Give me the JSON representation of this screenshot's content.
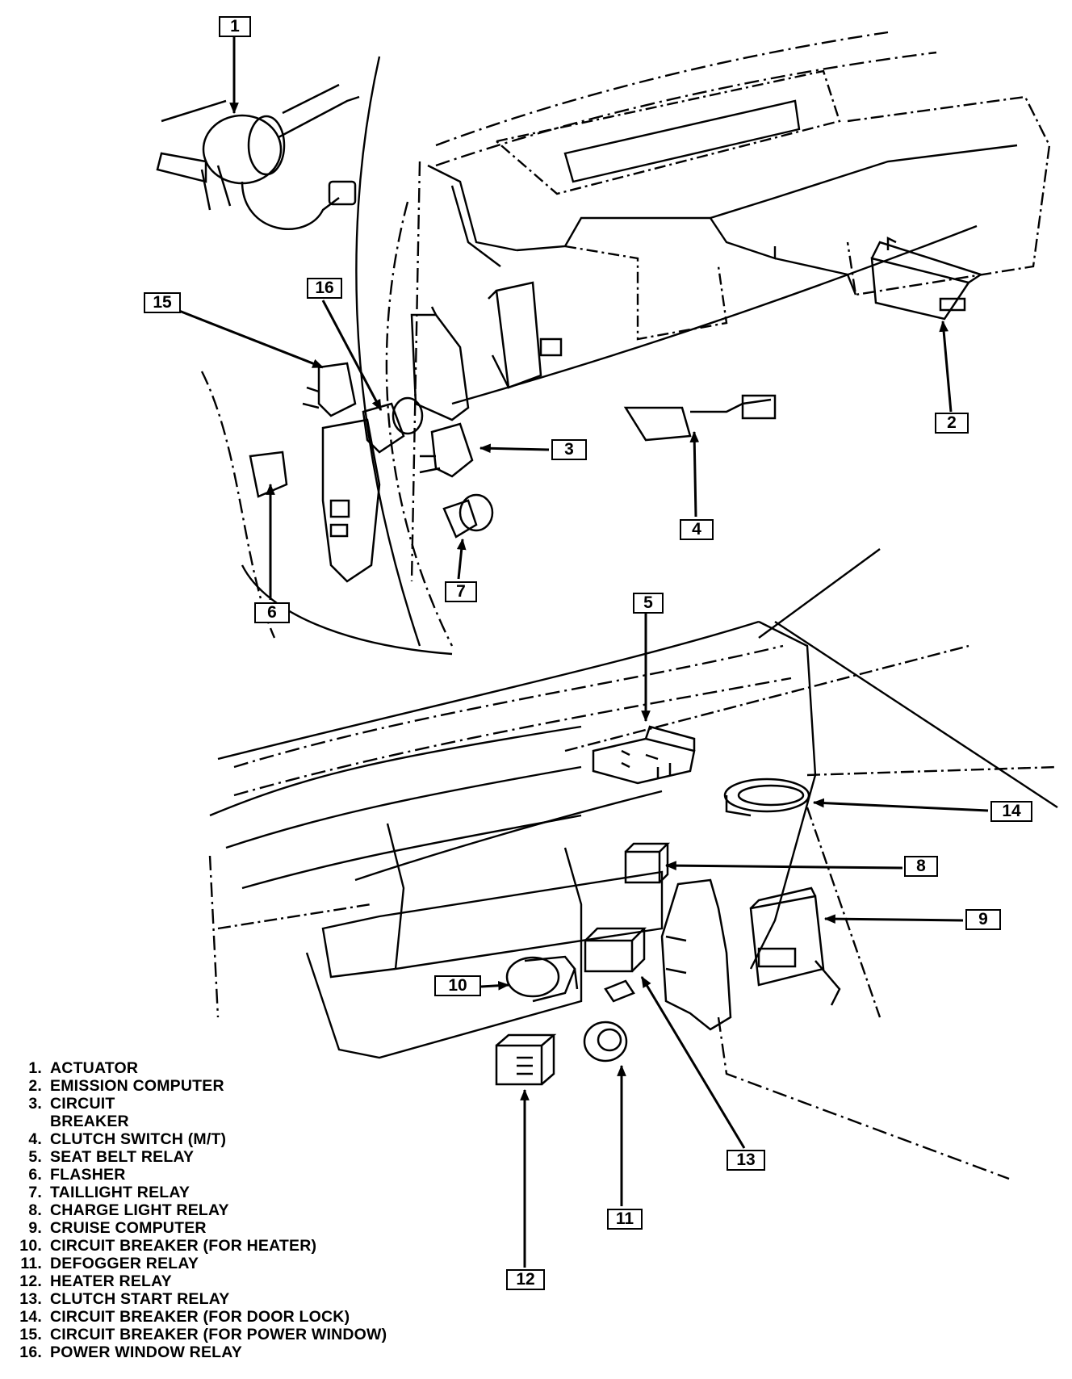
{
  "callouts": {
    "c1": "1",
    "c2": "2",
    "c3": "3",
    "c4": "4",
    "c5": "5",
    "c6": "6",
    "c7": "7",
    "c8": "8",
    "c9": "9",
    "c10": "10",
    "c11": "11",
    "c12": "12",
    "c13": "13",
    "c14": "14",
    "c15": "15",
    "c16": "16"
  },
  "legend": [
    {
      "num": "1.",
      "text": "ACTUATOR"
    },
    {
      "num": "2.",
      "text": "EMISSION COMPUTER"
    },
    {
      "num": "3.",
      "text": "CIRCUIT"
    },
    {
      "num": "",
      "text": "BREAKER"
    },
    {
      "num": "4.",
      "text": "CLUTCH SWITCH (M/T)"
    },
    {
      "num": "5.",
      "text": "SEAT BELT RELAY"
    },
    {
      "num": "6.",
      "text": "FLASHER"
    },
    {
      "num": "7.",
      "text": "TAILLIGHT RELAY"
    },
    {
      "num": "8.",
      "text": "CHARGE LIGHT RELAY"
    },
    {
      "num": "9.",
      "text": "CRUISE COMPUTER"
    },
    {
      "num": "10.",
      "text": "CIRCUIT BREAKER (FOR HEATER)"
    },
    {
      "num": "11.",
      "text": "DEFOGGER RELAY"
    },
    {
      "num": "12.",
      "text": "HEATER RELAY"
    },
    {
      "num": "13.",
      "text": "CLUTCH START RELAY"
    },
    {
      "num": "14.",
      "text": "CIRCUIT BREAKER (FOR DOOR LOCK)"
    },
    {
      "num": "15.",
      "text": "CIRCUIT BREAKER (FOR POWER WINDOW)"
    },
    {
      "num": "16.",
      "text": "POWER WINDOW RELAY"
    }
  ]
}
